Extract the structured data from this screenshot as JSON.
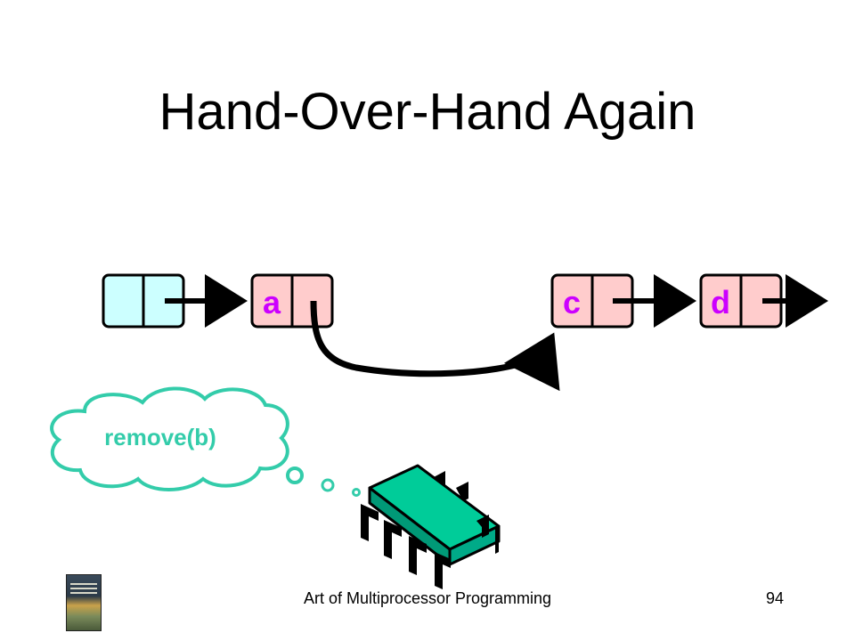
{
  "slide": {
    "title": "Hand-Over-Hand Again",
    "footer": "Art of Multiprocessor Programming",
    "page_number": "94"
  },
  "diagram": {
    "nodes": [
      {
        "id": "head",
        "label": "",
        "fill": "#ccffff"
      },
      {
        "id": "a",
        "label": "a",
        "fill": "#ffcccc"
      },
      {
        "id": "c",
        "label": "c",
        "fill": "#ffcccc"
      },
      {
        "id": "d",
        "label": "d",
        "fill": "#ffcccc"
      }
    ],
    "label_color": "#cc00ff",
    "thought": {
      "text": "remove(b)",
      "color": "#33ccaa"
    },
    "chip_color": "#00cc99"
  },
  "colors": {
    "head_fill": "#ccffff",
    "node_fill": "#ffcccc",
    "stroke": "#000000"
  }
}
